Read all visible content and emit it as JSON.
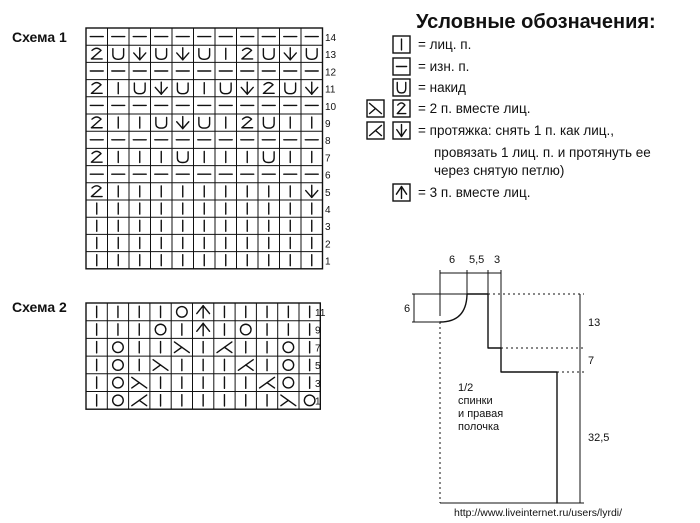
{
  "scheme1": {
    "title": "Схема 1",
    "row_numbers": [
      "14",
      "13",
      "12",
      "11",
      "10",
      "9",
      "8",
      "7",
      "6",
      "5",
      "4",
      "3",
      "2",
      "1"
    ],
    "rows": [
      "-----------",
      "2U↓U↓U|2U↓U",
      "-----------",
      "2|U↓U|U↓2U↓",
      "-----------",
      "2||U↓U|2U||",
      "-----------",
      "2|||U|||U||↓",
      "-----------",
      "2|||||||||↓",
      "|||||||||||",
      "|||||||||||",
      "|||||||||||",
      "|||||||||||"
    ]
  },
  "scheme2": {
    "title": "Схема 2",
    "row_numbers": [
      "11",
      "",
      "9",
      "",
      "7",
      "",
      "5",
      "",
      "3",
      "",
      "1"
    ],
    "rows": [
      "||||OA|||||",
      "|||O|A|O|||",
      "|O||>|<||O|",
      "|O|>|||<|O|",
      "|O>|||||<O|",
      "|O<||||||>O|"
    ]
  },
  "legend": {
    "title": "Условные обозначения:",
    "items": [
      {
        "symbols": [
          "knit"
        ],
        "text": "= лиц. п."
      },
      {
        "symbols": [
          "purl"
        ],
        "text": "= изн. п."
      },
      {
        "symbols": [
          "yo"
        ],
        "text": "= накид"
      },
      {
        "symbols": [
          "k2tog-a",
          "k2tog-b"
        ],
        "text": "= 2 п. вместе лиц."
      },
      {
        "symbols": [
          "ssk-a",
          "ssk-b"
        ],
        "text": "= протяжка: снять 1 п. как лиц.,"
      },
      {
        "symbols": [],
        "text": "провязать 1 лиц. п. и протянуть ее"
      },
      {
        "symbols": [],
        "text": "через снятую петлю)"
      },
      {
        "symbols": [
          "k3tog"
        ],
        "text": "= 3 п. вместе лиц."
      }
    ]
  },
  "pattern": {
    "top_dims": [
      "6",
      "5,5",
      "3"
    ],
    "left_dim": "6",
    "right_dims": [
      "13",
      "7",
      "32,5"
    ],
    "label": [
      "1/2",
      "спинки",
      "и правая",
      "полочка"
    ]
  },
  "watermark": "http://www.liveinternet.ru/users/lyrdi/"
}
